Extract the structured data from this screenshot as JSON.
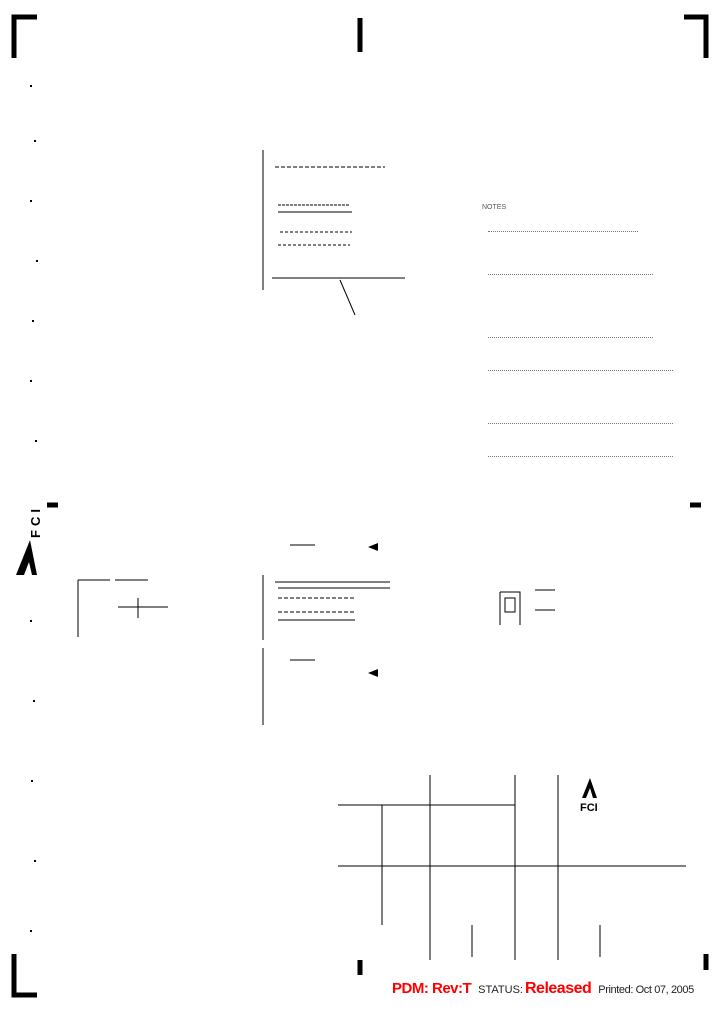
{
  "drawing": {
    "logo_text": "FCI",
    "title_block_logo_text": "FCI",
    "notes_heading": "NOTES"
  },
  "footer": {
    "pdm_label": "PDM: Rev:T",
    "status_label": "STATUS:",
    "status_value": "Released",
    "printed": "Printed: Oct 07, 2005"
  },
  "colors": {
    "stamp": "#ff0000",
    "ink": "#000000"
  }
}
